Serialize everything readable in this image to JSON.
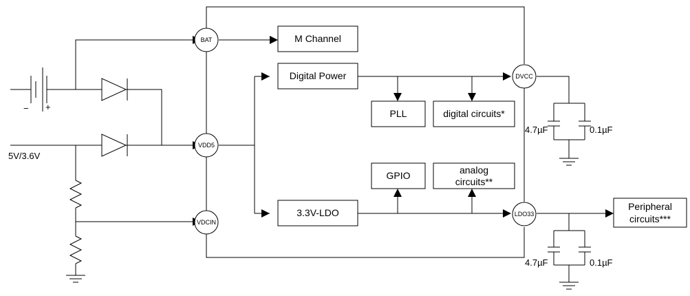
{
  "pins": {
    "bat": "BAT",
    "vdd5": "VDD5",
    "vdcin": "VDCIN",
    "dvcc": "DVCC",
    "ldo33": "LDO33"
  },
  "blocks": {
    "m_channel": "M Channel",
    "digital_power": "Digital Power",
    "pll": "PLL",
    "digital_circuits": "digital circuits*",
    "gpio": "GPIO",
    "analog_circuits_line1": "analog",
    "analog_circuits_line2": "circuits**",
    "ldo": "3.3V-LDO",
    "peripheral_line1": "Peripheral",
    "peripheral_line2": "circuits***"
  },
  "labels": {
    "battery_minus": "−",
    "battery_plus": "+",
    "input_voltage": "5V/3.6V",
    "dvcc_cap_large": "4.7µF",
    "dvcc_cap_small": "0.1µF",
    "ldo_cap_large": "4.7µF",
    "ldo_cap_small": "0.1µF"
  }
}
